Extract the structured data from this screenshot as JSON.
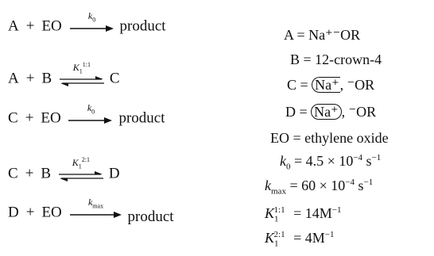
{
  "reactions": [
    {
      "left": "A",
      "plus": "+",
      "right": "EO",
      "arrow_label": "k",
      "arrow_sub": "0",
      "arrow_sup": "",
      "arrow_type": "forward",
      "product": "product"
    },
    {
      "left": "A",
      "plus": "+",
      "right": "B",
      "arrow_label": "K",
      "arrow_sub": "1",
      "arrow_sup": "1:1",
      "arrow_type": "equilibrium",
      "product": "C"
    },
    {
      "left": "C",
      "plus": "+",
      "right": "EO",
      "arrow_label": "k",
      "arrow_sub": "0",
      "arrow_sup": "",
      "arrow_type": "forward",
      "product": "product"
    },
    {
      "left": "C",
      "plus": "+",
      "right": "B",
      "arrow_label": "K",
      "arrow_sub": "1",
      "arrow_sup": "2:1",
      "arrow_type": "equilibrium",
      "product": "D"
    },
    {
      "left": "D",
      "plus": "+",
      "right": "EO",
      "arrow_label": "k",
      "arrow_sub": "max",
      "arrow_sup": "",
      "arrow_type": "forward",
      "product": "product"
    }
  ],
  "definitions": {
    "A": {
      "label": "A",
      "eq": "=",
      "value": "Na⁺⁻OR"
    },
    "B": {
      "label": "B",
      "eq": "=",
      "value": "12-crown-4"
    },
    "C": {
      "label": "C",
      "eq": "=",
      "cation": "Na⁺",
      "sep": ",",
      "anion": "⁻OR"
    },
    "D": {
      "label": "D",
      "eq": "=",
      "cation": "Na⁺",
      "sep": ",",
      "anion": "⁻OR"
    },
    "EO": {
      "label": "EO",
      "eq": "=",
      "value": "ethylene oxide"
    },
    "k0": {
      "sym": "k",
      "sub": "0",
      "eq": "=",
      "mantissa": "4.5",
      "times": "×",
      "base": "10",
      "exp": "−4",
      "unit": "s",
      "unit_exp": "−1"
    },
    "kmax": {
      "sym": "k",
      "sub": "max",
      "eq": "=",
      "mantissa": "60",
      "times": "×",
      "base": "10",
      "exp": "−4",
      "unit": "s",
      "unit_exp": "−1"
    },
    "K11": {
      "sym": "K",
      "sub": "1",
      "sup": "1:1",
      "eq": "=",
      "value": "14M",
      "exp": "−1"
    },
    "K21": {
      "sym": "K",
      "sub": "1",
      "sup": "2:1",
      "eq": "=",
      "value": "4M",
      "exp": "−1"
    }
  }
}
